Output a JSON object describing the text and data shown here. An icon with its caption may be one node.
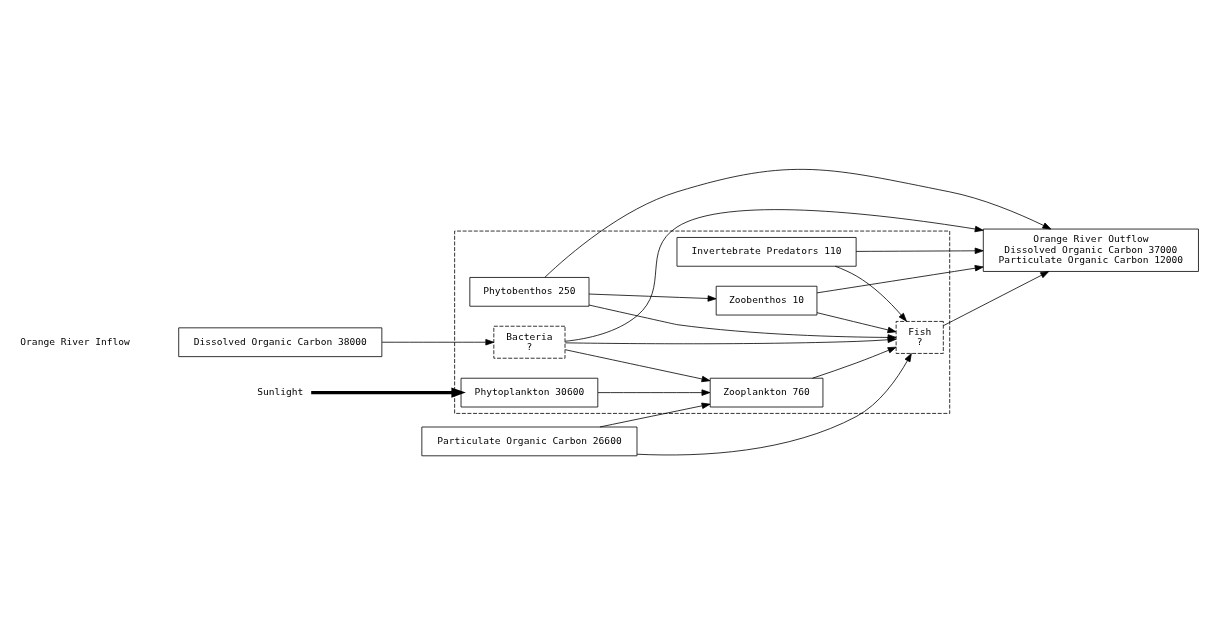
{
  "diagram": {
    "nodes": [
      {
        "text": [],
        "shape": "box"
      },
      {
        "text": [
          "Sunlight"
        ]
      },
      {
        "text": [
          "Phytoplankton 30600"
        ],
        "in": 0
      },
      {
        "text": [
          "Phytobenthos 250"
        ],
        "in": 0
      },
      {
        "text": [
          "Dissolved Organic Carbon 38000"
        ]
      },
      {
        "text": [
          "Particulate Organic Carbon 26600"
        ]
      },
      {
        "text": [
          "Bacteria",
          "?"
        ],
        "in": 0
      },
      {
        "text": [
          "Zooplankton 760"
        ],
        "in": 0
      },
      {
        "text": [
          "Zoobenthos 10"
        ],
        "in": 0
      },
      {
        "text": [
          "Invertebrate Predators 110"
        ],
        "in": 0
      },
      {
        "text": [
          "Fish",
          "?"
        ],
        "in": 0
      },
      {
        "text": [
          "Orange River Outflow",
          "Dissolved Organic Carbon 37000",
          "Particulate Organic Carbon 12000"
        ]
      }
    ],
    "edges": [
      {
        "from": 1,
        "to": 2,
        "arrow": "to",
        "style": "thick"
      },
      {
        "from": 4,
        "to": 6,
        "arrow": "to"
      },
      {
        "from": 6,
        "to": 11,
        "arrow": "to"
      },
      {
        "from": 6,
        "to": 7,
        "arrow": "to"
      },
      {
        "from": 6,
        "to": 10,
        "arrow": "to"
      },
      {
        "from": 5,
        "to": 7,
        "arrow": "to"
      },
      {
        "from": 5,
        "to": 10,
        "arrow": "to"
      },
      {
        "from": 2,
        "to": 7,
        "arrow": "to"
      },
      {
        "from": 3,
        "to": 8,
        "arrow": "to"
      },
      {
        "from": 3,
        "to": 11,
        "arrow": "to"
      },
      {
        "from": 3,
        "to": 10,
        "arrow": "to"
      },
      {
        "from": 8,
        "to": 10,
        "arrow": "to"
      },
      {
        "from": 8,
        "to": 11,
        "arrow": "to"
      },
      {
        "from": 7,
        "to": 10,
        "arrow": "to"
      },
      {
        "from": 9,
        "to": 10,
        "arrow": "to"
      },
      {
        "from": 9,
        "to": 11,
        "arrow": "to"
      },
      {
        "from": 10,
        "to": 11,
        "arrow": "to"
      }
    ],
    "labels": [
      "Orange River Inflow"
    ]
  }
}
